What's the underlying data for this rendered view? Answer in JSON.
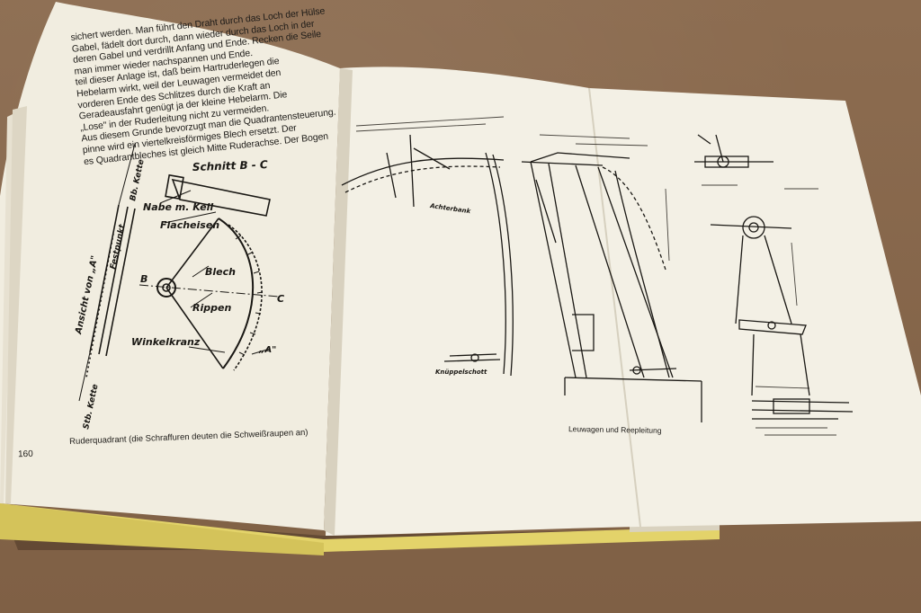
{
  "left_page": {
    "page_number": "160",
    "paragraph_lines": [
      "sichert werden. Man führt den Draht durch das Loch der Hülse",
      "Gabel, fädelt dort durch, dann wieder durch das Loch in der",
      "deren Gabel und verdrillt Anfang und Ende. Recken die Seile",
      "man immer wieder nachspannen und Ende.",
      "teil dieser Anlage ist, daß beim Hartruderlegen die",
      "Hebelarm wirkt, weil der Leuwagen vermeidet den",
      "vorderen Ende des Schlitzes durch die Kraft an",
      "Geradeausfahrt genügt ja der kleine Hebelarm. Die",
      "„Lose\" in der Ruderleitung nicht zu vermeiden.",
      "Aus diesem Grunde bevorzugt man die Quadrantensteuerung.",
      "pinne wird ein viertelkreisförmiges Blech ersetzt. Der",
      "es Quadrantbleches ist gleich Mitte Ruderachse. Der Bogen"
    ],
    "caption": "Ruderquadrant (die Schraffuren deuten die Schweißraupen an)",
    "drawing_labels": {
      "section": "Schnitt B - C",
      "hub": "Nabe m. Keil",
      "flat_iron": "Flacheisen",
      "sheet": "Blech",
      "ribs": "Rippen",
      "angle_ring": "Winkelkranz",
      "point_b": "B",
      "point_c": "C",
      "point_a": "„A\"",
      "view": "Ansicht von „A\"",
      "fixed_point": "Festpunkt",
      "chain_bb": "Bb. Kette",
      "chain_stb": "Stb. Kette"
    }
  },
  "right_page": {
    "caption": "Leuwagen und Reepleitung",
    "drawing_labels": {
      "bench": "Achterbank",
      "rail": "Knüppelschott"
    }
  }
}
